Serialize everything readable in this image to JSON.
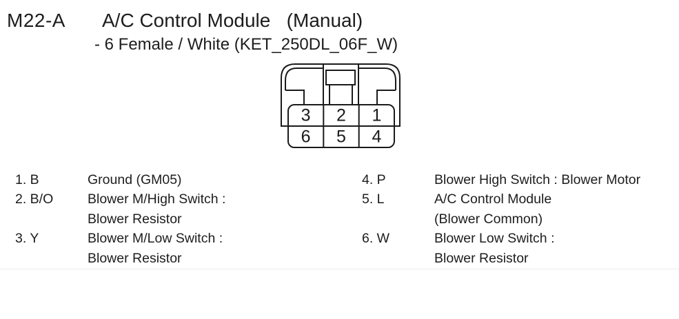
{
  "page": {
    "code": "M22-A",
    "title": "A/C Control Module   (Manual)",
    "subtitle": "- 6 Female / White (KET_250DL_06F_W)"
  },
  "connector": {
    "description": "6-pin female connector, front view",
    "line_color": "#1a1a1a",
    "pin_layout": [
      [
        "3",
        "2",
        "1"
      ],
      [
        "6",
        "5",
        "4"
      ]
    ]
  },
  "pins": [
    {
      "label": "1. B",
      "desc": [
        "Ground (GM05)"
      ]
    },
    {
      "label": "2. B/O",
      "desc": [
        "Blower M/High Switch :",
        "Blower Resistor"
      ]
    },
    {
      "label": "3. Y",
      "desc": [
        "Blower M/Low Switch :",
        "Blower Resistor"
      ]
    },
    {
      "label": "4. P",
      "desc": [
        "Blower High Switch : Blower Motor"
      ]
    },
    {
      "label": "5. L",
      "desc": [
        "A/C Control Module",
        "(Blower Common)"
      ]
    },
    {
      "label": "6. W",
      "desc": [
        "Blower Low Switch :",
        "Blower Resistor"
      ]
    }
  ]
}
